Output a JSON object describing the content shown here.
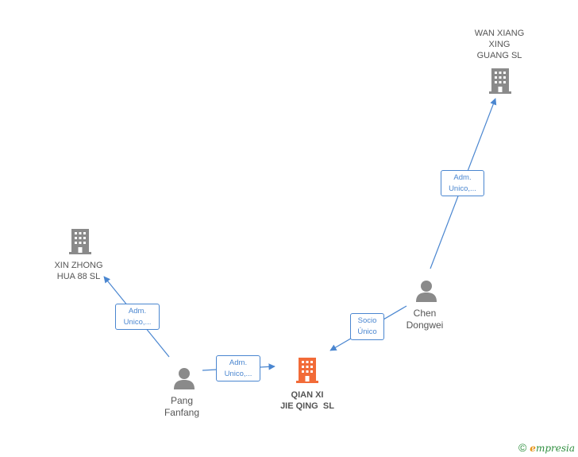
{
  "nodes": {
    "wan_xiang": {
      "label": "WAN XIANG XING GUANG SL",
      "lines": [
        "WAN XIANG",
        "XING",
        "GUANG SL"
      ],
      "type": "company",
      "icon": "building-icon"
    },
    "xin_zhong": {
      "label": "XIN ZHONG HUA 88 SL",
      "lines": [
        "XIN ZHONG",
        "HUA 88 SL"
      ],
      "type": "company",
      "icon": "building-icon"
    },
    "chen": {
      "label": "Chen Dongwei",
      "lines": [
        "Chen",
        "Dongwei"
      ],
      "type": "person",
      "icon": "person-icon"
    },
    "pang": {
      "label": "Pang Fanfang",
      "lines": [
        "Pang",
        "Fanfang"
      ],
      "type": "person",
      "icon": "person-icon"
    },
    "qian_xi": {
      "label": "QIAN XI JIE QING SL",
      "lines": [
        "QIAN XI",
        "JIE QING  SL"
      ],
      "type": "company-main",
      "icon": "building-icon"
    }
  },
  "edges": {
    "chen_wan": {
      "lines": [
        "Adm.",
        "Unico,..."
      ]
    },
    "pang_xin": {
      "lines": [
        "Adm.",
        "Unico,..."
      ]
    },
    "pang_qian": {
      "lines": [
        "Adm.",
        "Unico,..."
      ]
    },
    "chen_qian": {
      "lines": [
        "Socio",
        "Único"
      ]
    }
  },
  "colors": {
    "edge": "#4a86d0",
    "company": "#8a8a8a",
    "main_company": "#f26b38",
    "person": "#8a8a8a"
  },
  "brand": {
    "copyright": "©",
    "e": "e",
    "rest": "mpresia"
  }
}
